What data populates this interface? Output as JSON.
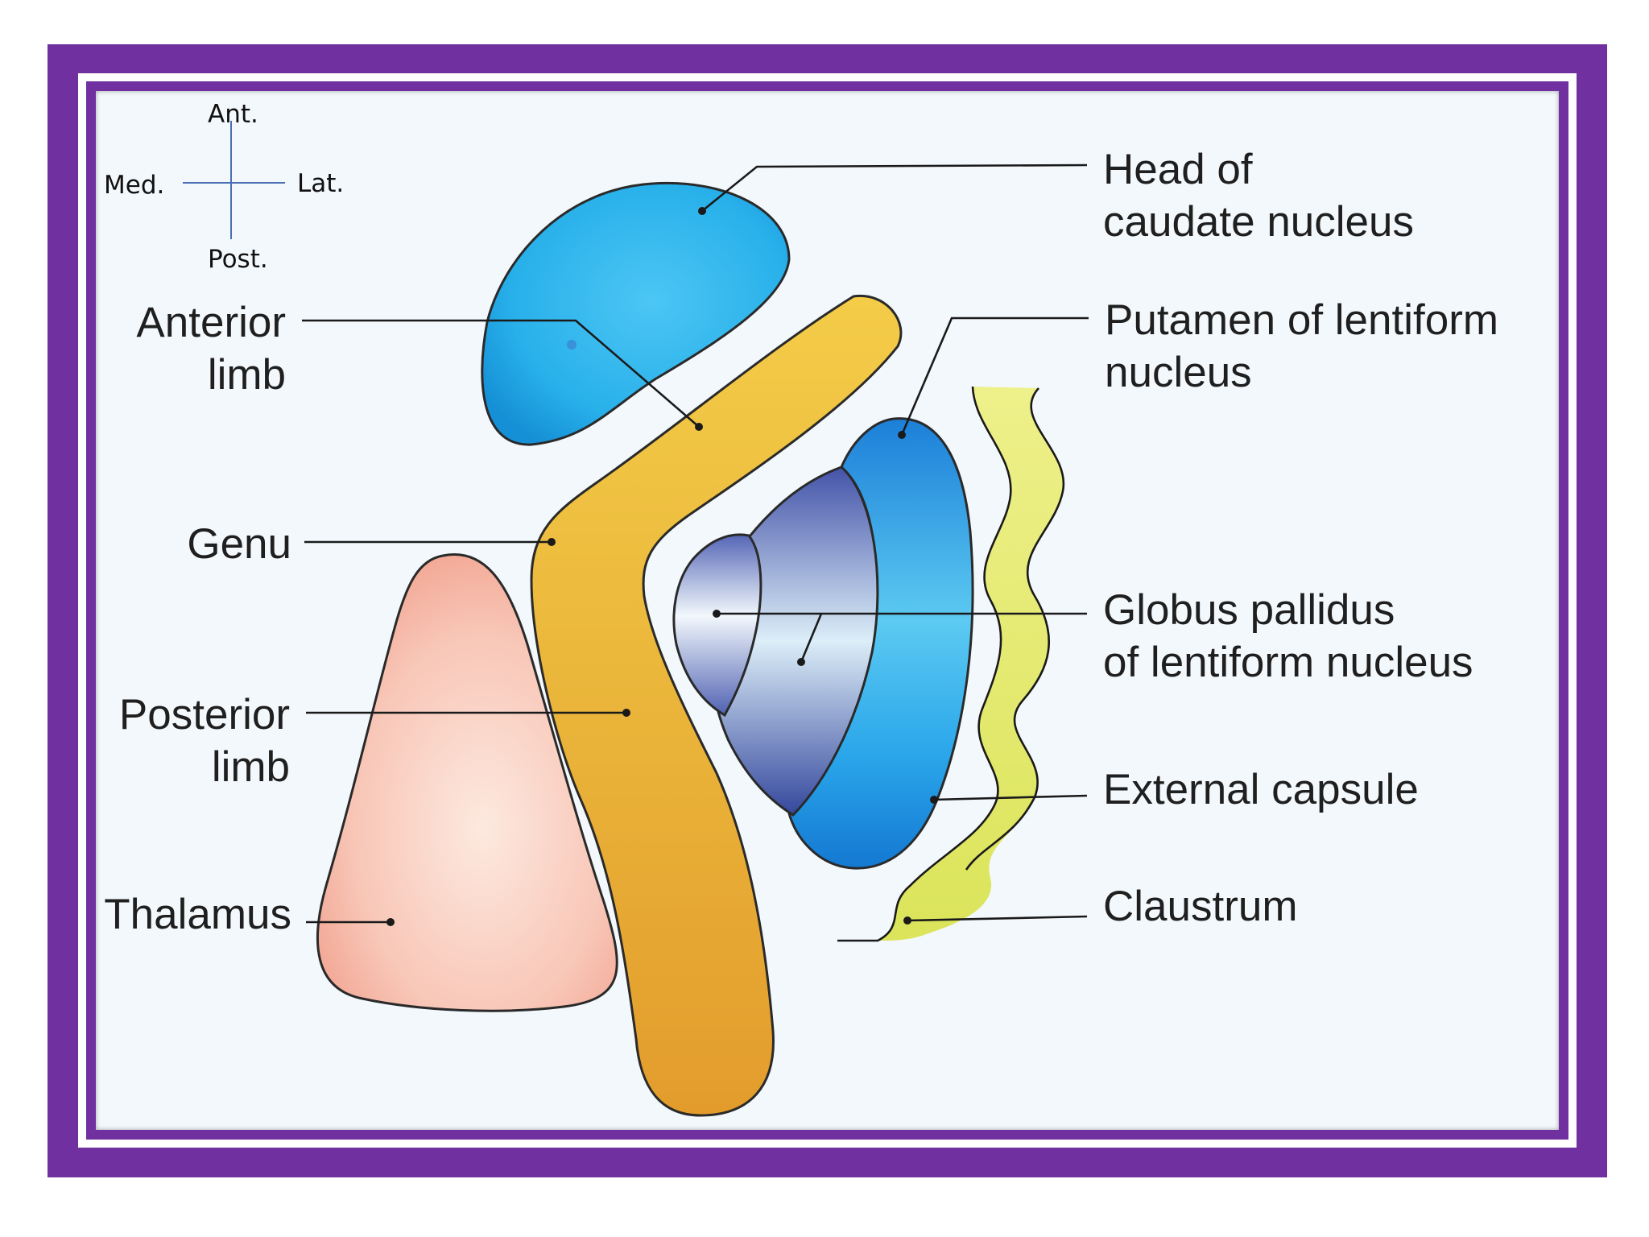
{
  "compass": {
    "anterior": "Ant.",
    "posterior": "Post.",
    "medial": "Med.",
    "lateral": "Lat."
  },
  "labels": {
    "anterior_limb_line1": "Anterior",
    "anterior_limb_line2": "limb",
    "genu": "Genu",
    "posterior_limb_line1": "Posterior",
    "posterior_limb_line2": "limb",
    "thalamus": "Thalamus",
    "caudate_line1": "Head of",
    "caudate_line2": "caudate nucleus",
    "putamen_line1": "Putamen of lentiform",
    "putamen_line2": "nucleus",
    "globus_line1": "Globus pallidus",
    "globus_line2": "of lentiform nucleus",
    "external_capsule": "External capsule",
    "claustrum": "Claustrum"
  },
  "colors": {
    "frame": "#7030a0",
    "caudate": "#2bb3ea",
    "internal_capsule": "#e8b33a",
    "thalamus": "#f4b0a0",
    "putamen": "#1e90e0",
    "globus_pallidus": "#4a5db0",
    "claustrum": "#e6ec70",
    "compass_lines": "#4a6fb5"
  }
}
